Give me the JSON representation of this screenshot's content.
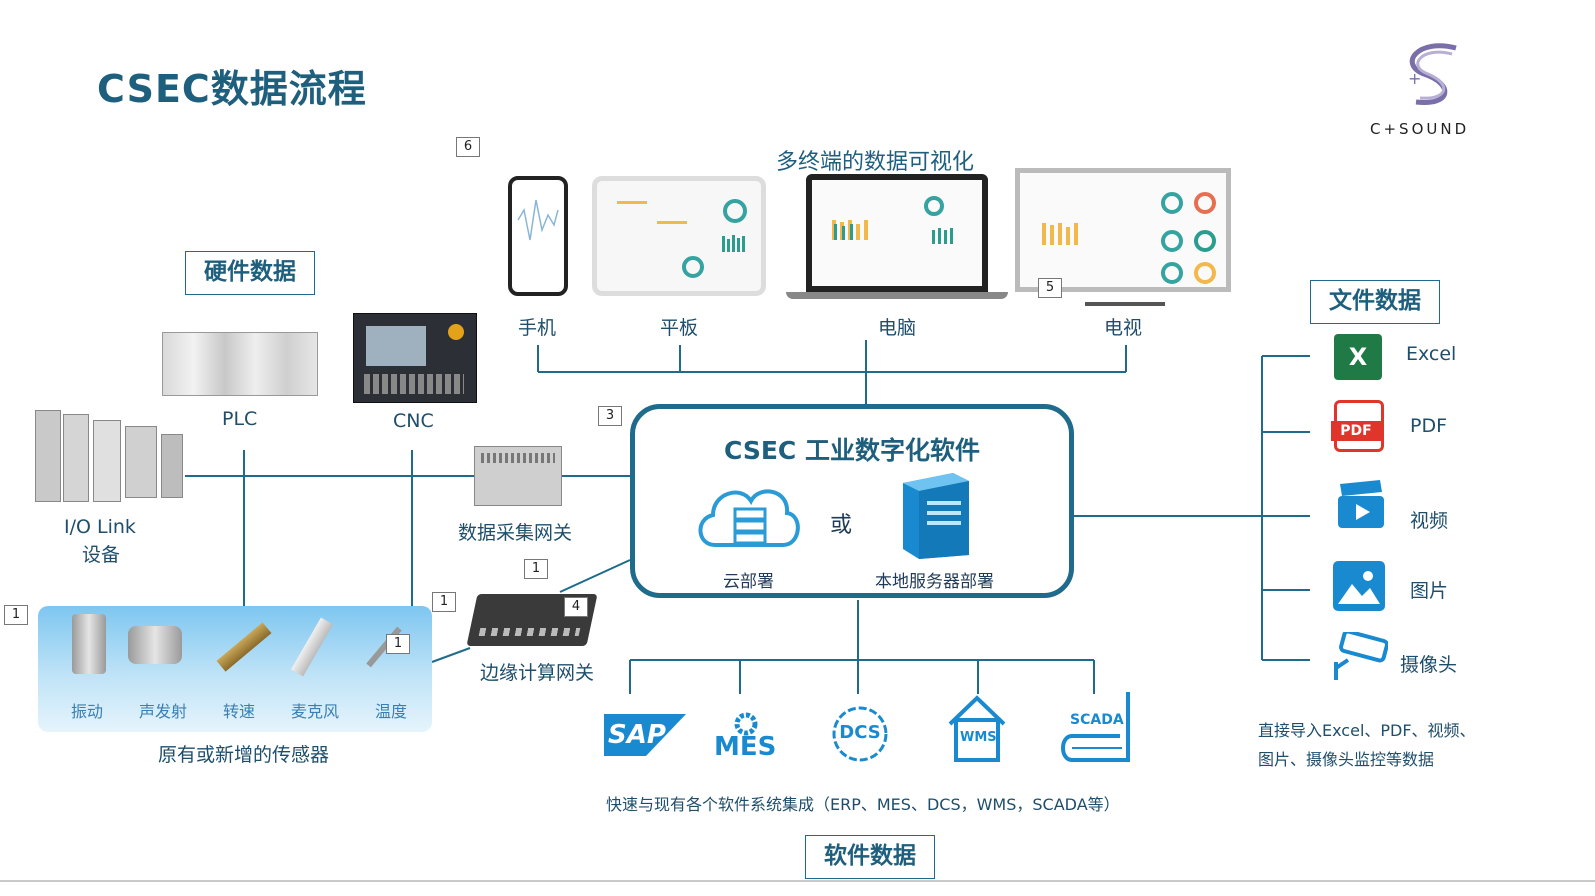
{
  "title": "CSEC数据流程",
  "logo": {
    "text": "C+SOUND",
    "icon": "s-wave-logo"
  },
  "sections": {
    "hardware": "硬件数据",
    "files": "文件数据",
    "software": "软件数据",
    "visualization": "多终端的数据可视化"
  },
  "terminals": [
    "手机",
    "平板",
    "电脑",
    "电视"
  ],
  "hardware_devices": {
    "plc": "PLC",
    "cnc": "CNC",
    "io_link_line1": "I/O Link",
    "io_link_line2": "设备",
    "gateway": "数据采集网关",
    "edge": "边缘计算网关"
  },
  "sensors": {
    "items": [
      "振动",
      "声发射",
      "转速",
      "麦克风",
      "温度"
    ],
    "caption": "原有或新增的传感器"
  },
  "core": {
    "title": "CSEC 工业数字化软件",
    "cloud": "云部署",
    "or": "或",
    "local": "本地服务器部署"
  },
  "files": {
    "items": [
      "Excel",
      "PDF",
      "视频",
      "图片",
      "摄像头"
    ],
    "note_line1": "直接导入Excel、PDF、视频、",
    "note_line2": "图片、摄像头监控等数据"
  },
  "software_systems": {
    "items": [
      "SAP",
      "MES",
      "DCS",
      "WMS",
      "SCADA"
    ],
    "caption": "快速与现有各个软件系统集成（ERP、MES、DCS，WMS，SCADA等）"
  },
  "markers": [
    "6",
    "5",
    "3",
    "1",
    "1",
    "1",
    "4",
    "1"
  ],
  "colors": {
    "accent": "#1e6b8c",
    "line": "#1e6b8c",
    "title": "#1e5f7e"
  }
}
